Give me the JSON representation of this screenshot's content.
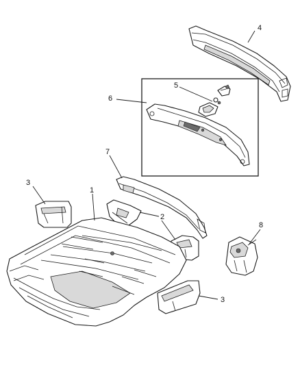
{
  "callouts": {
    "c1": "1",
    "c2": "2",
    "c3a": "3",
    "c3b": "3",
    "c4": "4",
    "c5": "5",
    "c6": "6",
    "c7": "7",
    "c8": "8"
  }
}
